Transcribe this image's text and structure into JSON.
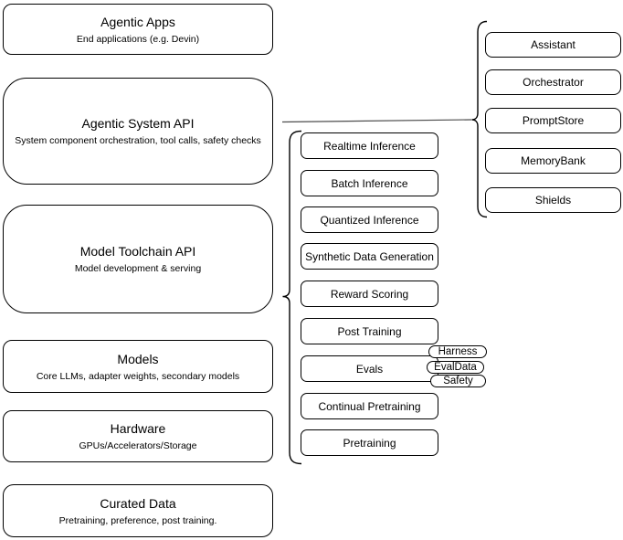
{
  "diagram": {
    "left_column": [
      {
        "title": "Agentic Apps",
        "subtitle": "End applications (e.g. Devin)"
      },
      {
        "title": "Agentic System API",
        "subtitle": "System component orchestration, tool calls, safety checks"
      },
      {
        "title": "Model Toolchain API",
        "subtitle": "Model development & serving"
      },
      {
        "title": "Models",
        "subtitle": "Core LLMs, adapter weights, secondary models"
      },
      {
        "title": "Hardware",
        "subtitle": "GPUs/Accelerators/Storage"
      },
      {
        "title": "Curated Data",
        "subtitle": "Pretraining, preference, post training."
      }
    ],
    "toolchain_group": [
      "Realtime Inference",
      "Batch Inference",
      "Quantized Inference",
      "Synthetic Data Generation",
      "Reward Scoring",
      "Post Training",
      "Evals",
      "Continual Pretraining",
      "Pretraining"
    ],
    "eval_tags": [
      "Harness",
      "EvalData",
      "Safety"
    ],
    "system_group": [
      "Assistant",
      "Orchestrator",
      "PromptStore",
      "MemoryBank",
      "Shields"
    ],
    "colors": {
      "stroke": "#000000",
      "background": "#ffffff",
      "connector": "#4d4d4d"
    }
  }
}
